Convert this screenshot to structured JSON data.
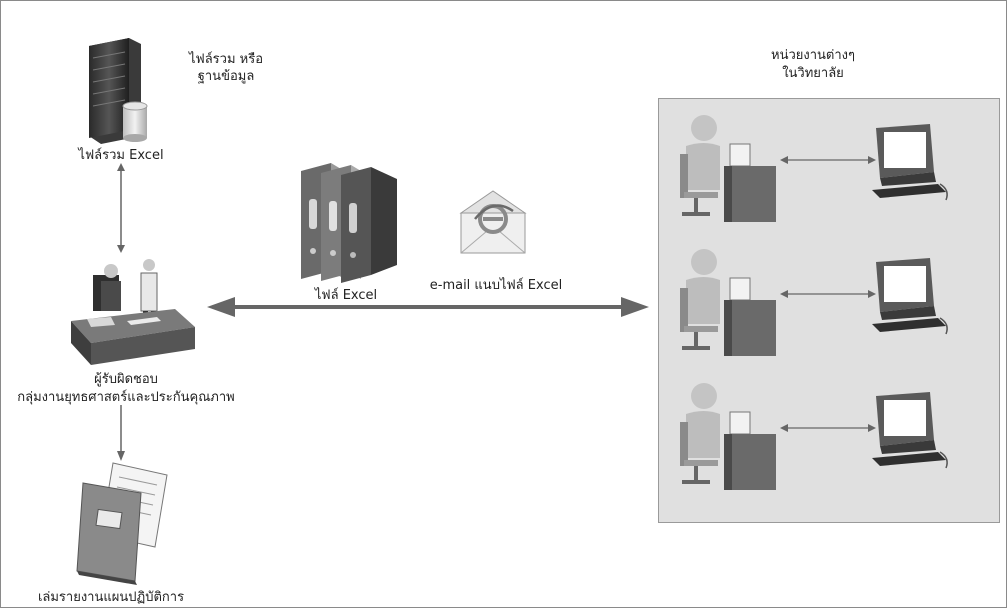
{
  "database": {
    "title": "ไฟล์รวม หรือ",
    "subtitle": "ฐานข้อมูล",
    "caption": "ไฟล์รวม Excel"
  },
  "officer": {
    "role": "ผู้รับผิดชอบ",
    "group": "กลุ่มงานยุทธศาสตร์และประกันคุณภาพ"
  },
  "report": {
    "caption": "เล่มรายงานแผนปฏิบัติการ"
  },
  "files": {
    "caption": "ไฟล์ Excel"
  },
  "email": {
    "caption": "e-mail แนบไฟล์ Excel"
  },
  "units": {
    "title": "หน่วยงานต่างๆ",
    "subtitle": "ในวิทยาลัย",
    "count": 3
  },
  "colors": {
    "accent": "#666666",
    "binder_dark": "#3a3a3a",
    "region_fill": "#e0e0e0"
  }
}
